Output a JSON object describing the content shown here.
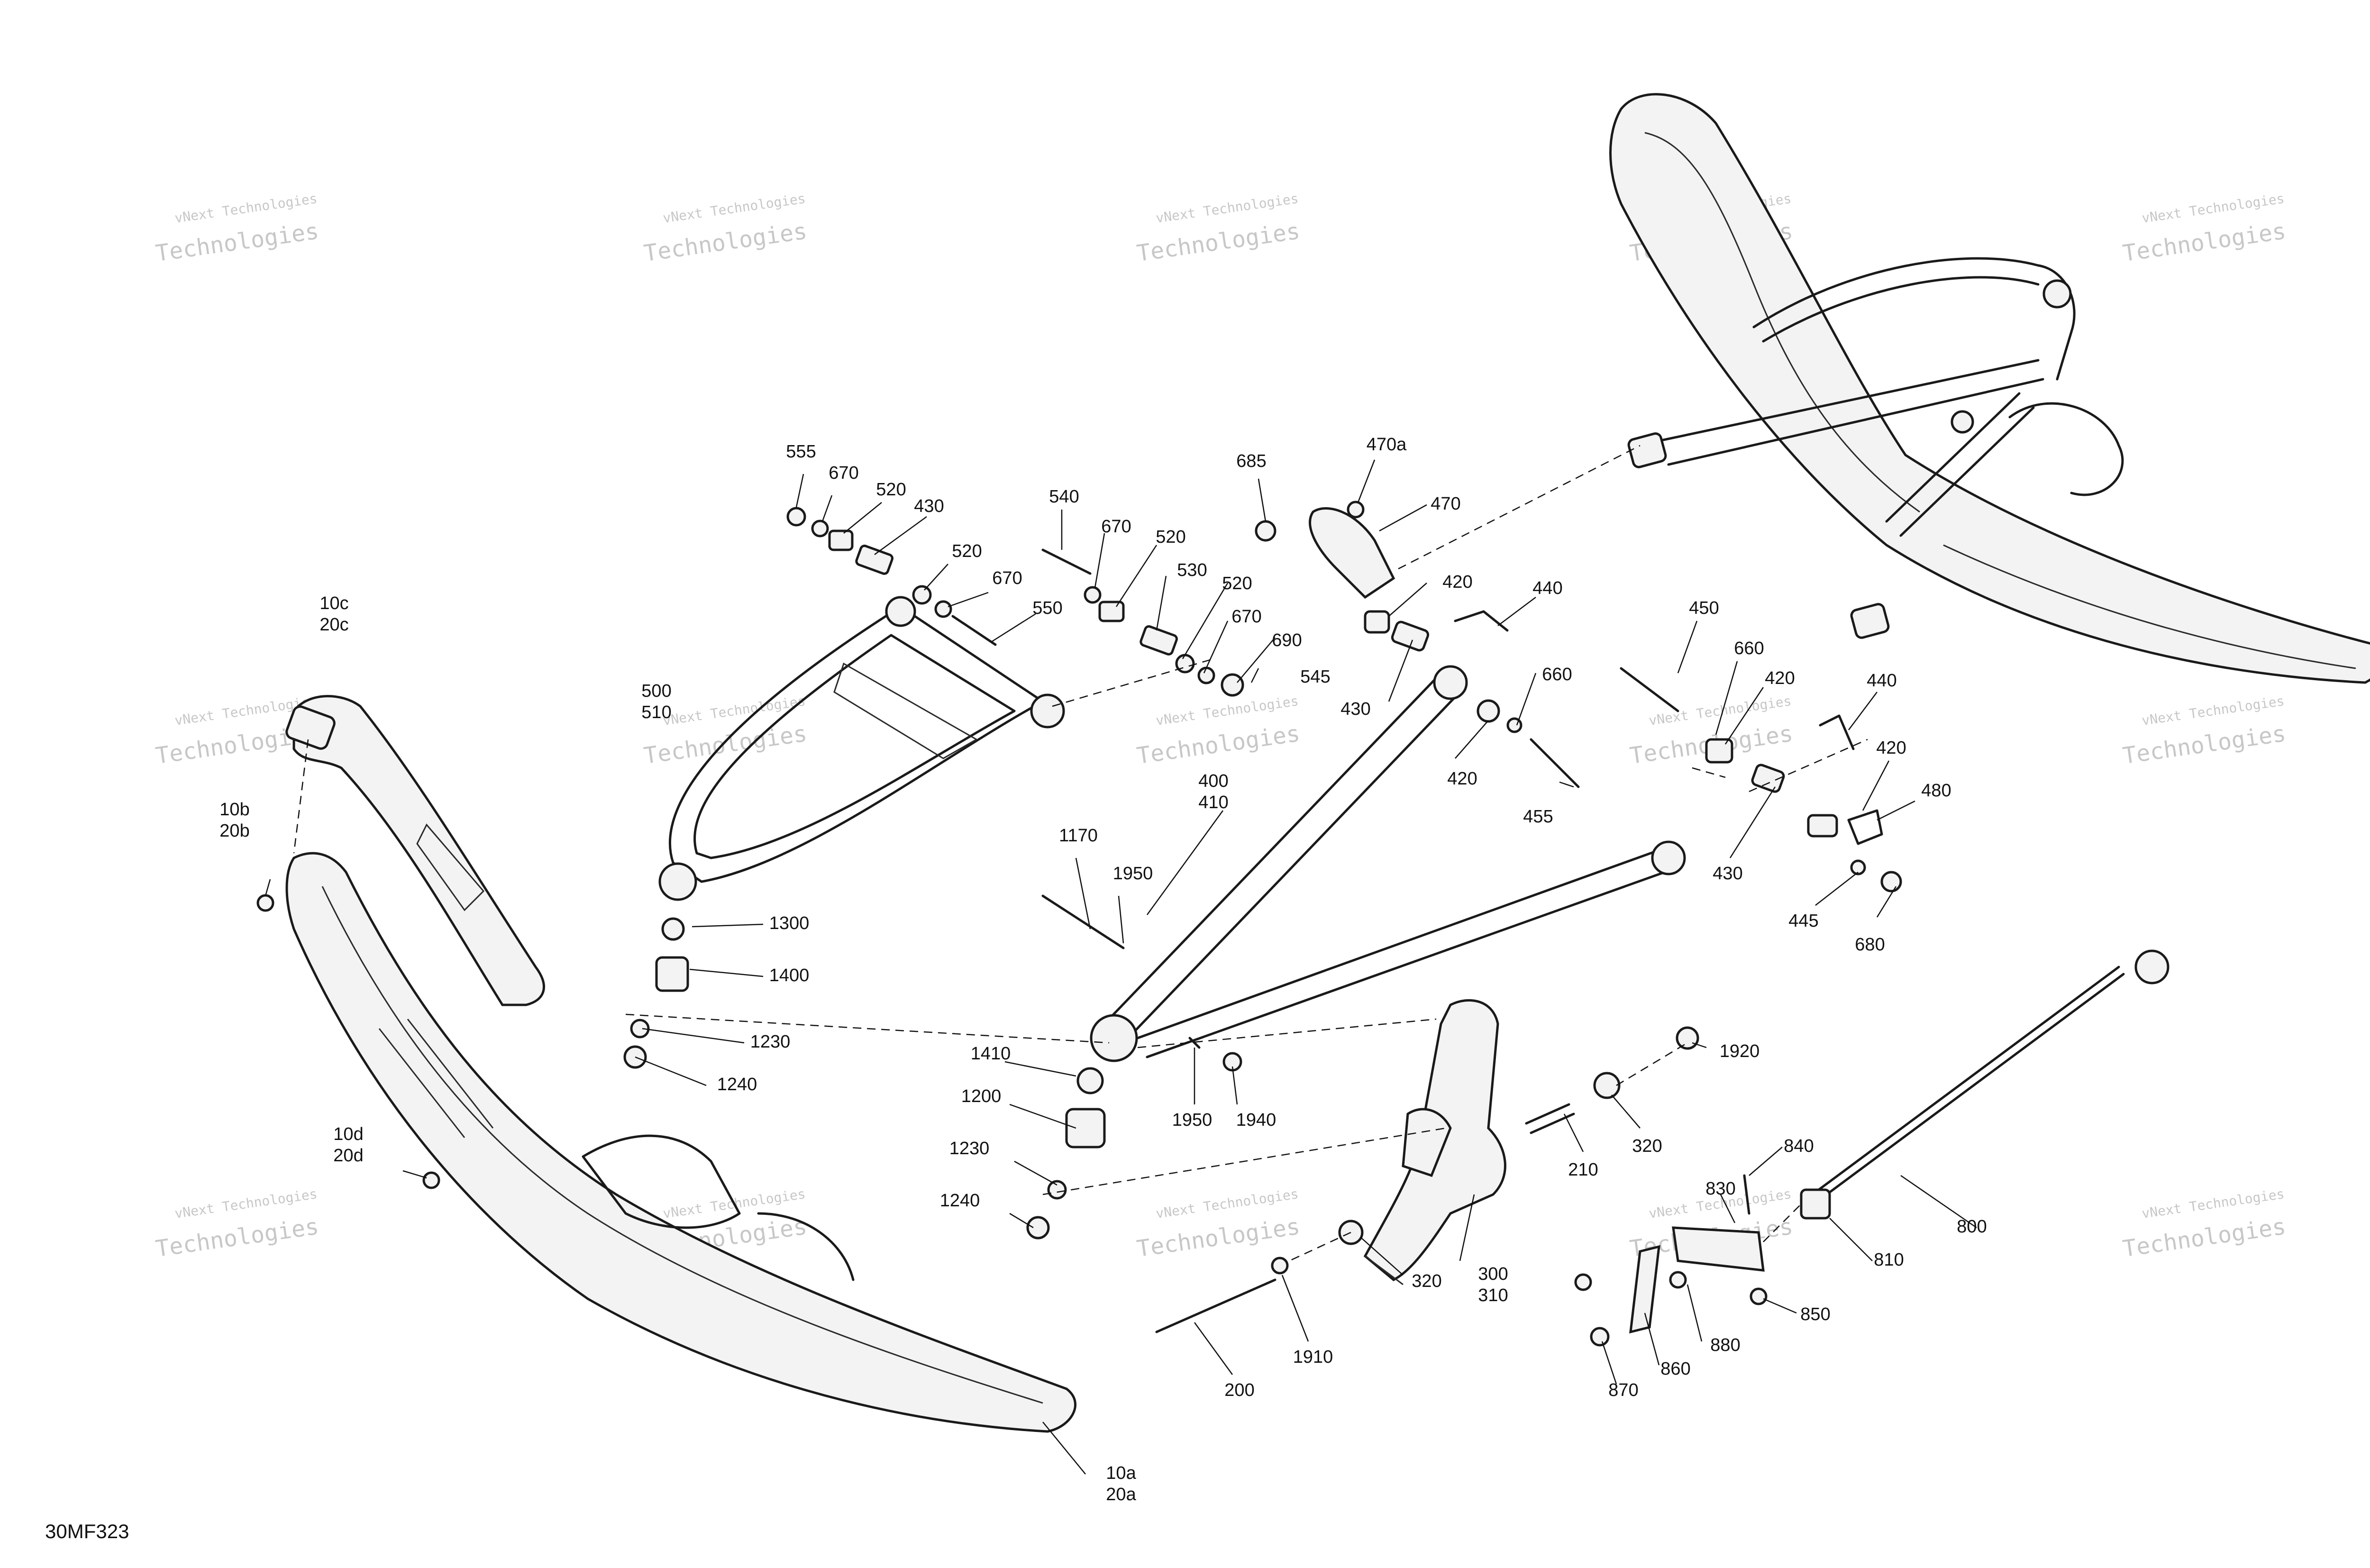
{
  "diagram": {
    "reference_code": "30MF323",
    "watermark": {
      "line1": "vNext Technologies",
      "line2": "Technologies"
    },
    "callouts": [
      {
        "id": "555",
        "label": "555"
      },
      {
        "id": "670a",
        "label": "670"
      },
      {
        "id": "520a",
        "label": "520"
      },
      {
        "id": "430a",
        "label": "430"
      },
      {
        "id": "520b",
        "label": "520"
      },
      {
        "id": "670b",
        "label": "670"
      },
      {
        "id": "550",
        "label": "550"
      },
      {
        "id": "540",
        "label": "540"
      },
      {
        "id": "670c",
        "label": "670"
      },
      {
        "id": "520c",
        "label": "520"
      },
      {
        "id": "530",
        "label": "530"
      },
      {
        "id": "520d",
        "label": "520"
      },
      {
        "id": "670d",
        "label": "670"
      },
      {
        "id": "690",
        "label": "690"
      },
      {
        "id": "545",
        "label": "545"
      },
      {
        "id": "685",
        "label": "685"
      },
      {
        "id": "470a",
        "label": "470a"
      },
      {
        "id": "470",
        "label": "470"
      },
      {
        "id": "420a",
        "label": "420"
      },
      {
        "id": "440a",
        "label": "440"
      },
      {
        "id": "430b",
        "label": "430"
      },
      {
        "id": "660a",
        "label": "660"
      },
      {
        "id": "420b",
        "label": "420"
      },
      {
        "id": "455",
        "label": "455"
      },
      {
        "id": "450",
        "label": "450"
      },
      {
        "id": "660b",
        "label": "660"
      },
      {
        "id": "420c",
        "label": "420"
      },
      {
        "id": "440b",
        "label": "440"
      },
      {
        "id": "420d",
        "label": "420"
      },
      {
        "id": "480",
        "label": "480"
      },
      {
        "id": "430c",
        "label": "430"
      },
      {
        "id": "445",
        "label": "445"
      },
      {
        "id": "680",
        "label": "680"
      },
      {
        "id": "10c",
        "label": "10c"
      },
      {
        "id": "20c",
        "label": "20c"
      },
      {
        "id": "500",
        "label": "500"
      },
      {
        "id": "510",
        "label": "510"
      },
      {
        "id": "10b",
        "label": "10b"
      },
      {
        "id": "20b",
        "label": "20b"
      },
      {
        "id": "400",
        "label": "400"
      },
      {
        "id": "410",
        "label": "410"
      },
      {
        "id": "1170",
        "label": "1170"
      },
      {
        "id": "1950a",
        "label": "1950"
      },
      {
        "id": "1300",
        "label": "1300"
      },
      {
        "id": "1400",
        "label": "1400"
      },
      {
        "id": "1230a",
        "label": "1230"
      },
      {
        "id": "1240a",
        "label": "1240"
      },
      {
        "id": "1410",
        "label": "1410"
      },
      {
        "id": "1200",
        "label": "1200"
      },
      {
        "id": "1950b",
        "label": "1950"
      },
      {
        "id": "1940",
        "label": "1940"
      },
      {
        "id": "1230b",
        "label": "1230"
      },
      {
        "id": "1240b",
        "label": "1240"
      },
      {
        "id": "10d",
        "label": "10d"
      },
      {
        "id": "20d",
        "label": "20d"
      },
      {
        "id": "1920",
        "label": "1920"
      },
      {
        "id": "210",
        "label": "210"
      },
      {
        "id": "320a",
        "label": "320"
      },
      {
        "id": "300",
        "label": "300"
      },
      {
        "id": "310",
        "label": "310"
      },
      {
        "id": "320b",
        "label": "320"
      },
      {
        "id": "1910",
        "label": "1910"
      },
      {
        "id": "200",
        "label": "200"
      },
      {
        "id": "840",
        "label": "840"
      },
      {
        "id": "830",
        "label": "830"
      },
      {
        "id": "800",
        "label": "800"
      },
      {
        "id": "810",
        "label": "810"
      },
      {
        "id": "850",
        "label": "850"
      },
      {
        "id": "880",
        "label": "880"
      },
      {
        "id": "860",
        "label": "860"
      },
      {
        "id": "870",
        "label": "870"
      },
      {
        "id": "10a",
        "label": "10a"
      },
      {
        "id": "20a",
        "label": "20a"
      }
    ]
  }
}
